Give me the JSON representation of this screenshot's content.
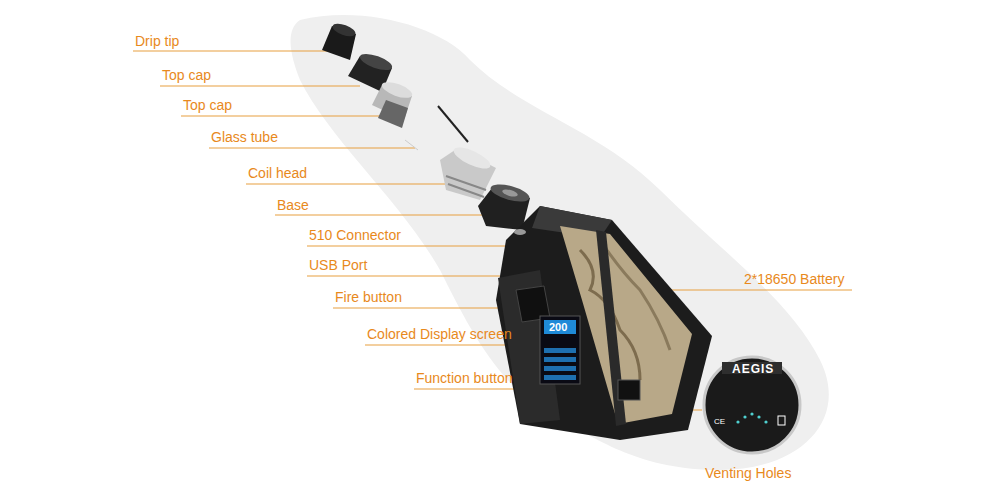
{
  "diagram": {
    "labels": [
      "Drip tip",
      "Top cap",
      "Top cap",
      "Glass tube",
      "Coil head",
      "Base",
      "510 Connector",
      "USB Port",
      "Fire button",
      "Colored Display screen",
      "Function button",
      "2*18650 Battery",
      "Venting Holes",
      "200",
      "AEGIS"
    ]
  }
}
